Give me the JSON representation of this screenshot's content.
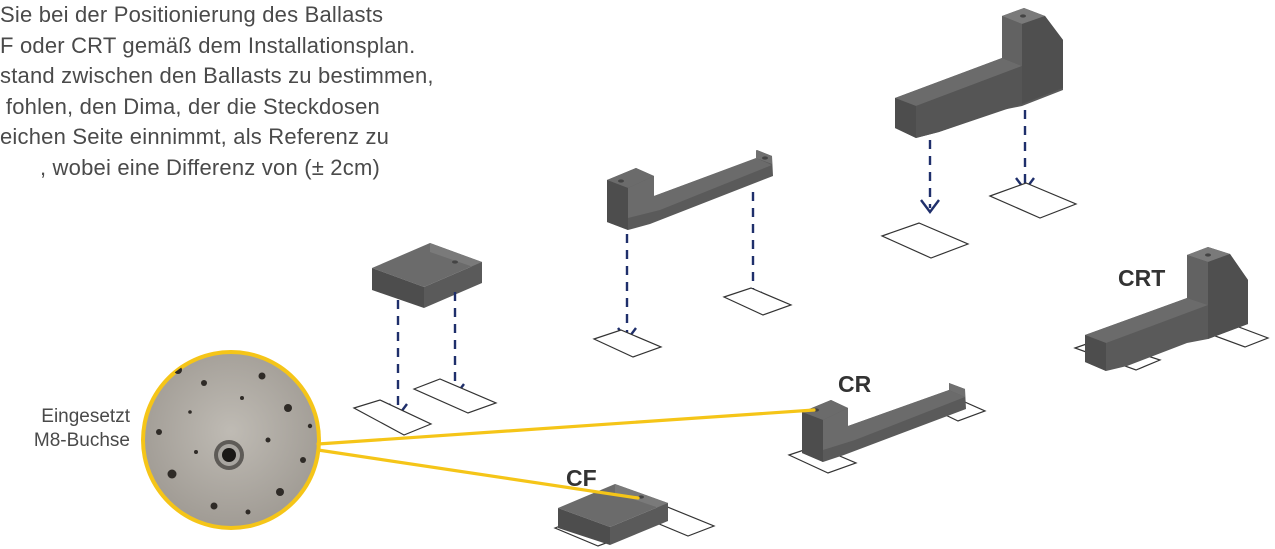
{
  "instruction": {
    "lines": [
      "Sie bei der Positionierung des Ballasts",
      "F oder CRT gemäß dem Installationsplan.",
      "stand zwischen den Ballasts zu bestimmen,",
      "fohlen, den Dima, der die Steckdosen",
      "eichen Seite einnimmt, als Referenz zu",
      ", wobei eine Differenz von (± 2cm)"
    ]
  },
  "callout": {
    "label_line1": "Eingesetzt",
    "label_line2": "M8-Buchse"
  },
  "ballast_labels": {
    "crt": "CRT",
    "cr": "CR",
    "cf": "CF"
  },
  "colors": {
    "ballast_top": "#6b6b6b",
    "ballast_front": "#4d4d4d",
    "ballast_side": "#5a5a5a",
    "dash_arrow": "#1f2f6b",
    "callout_line": "#f5c518",
    "text": "#4a4a4a"
  }
}
